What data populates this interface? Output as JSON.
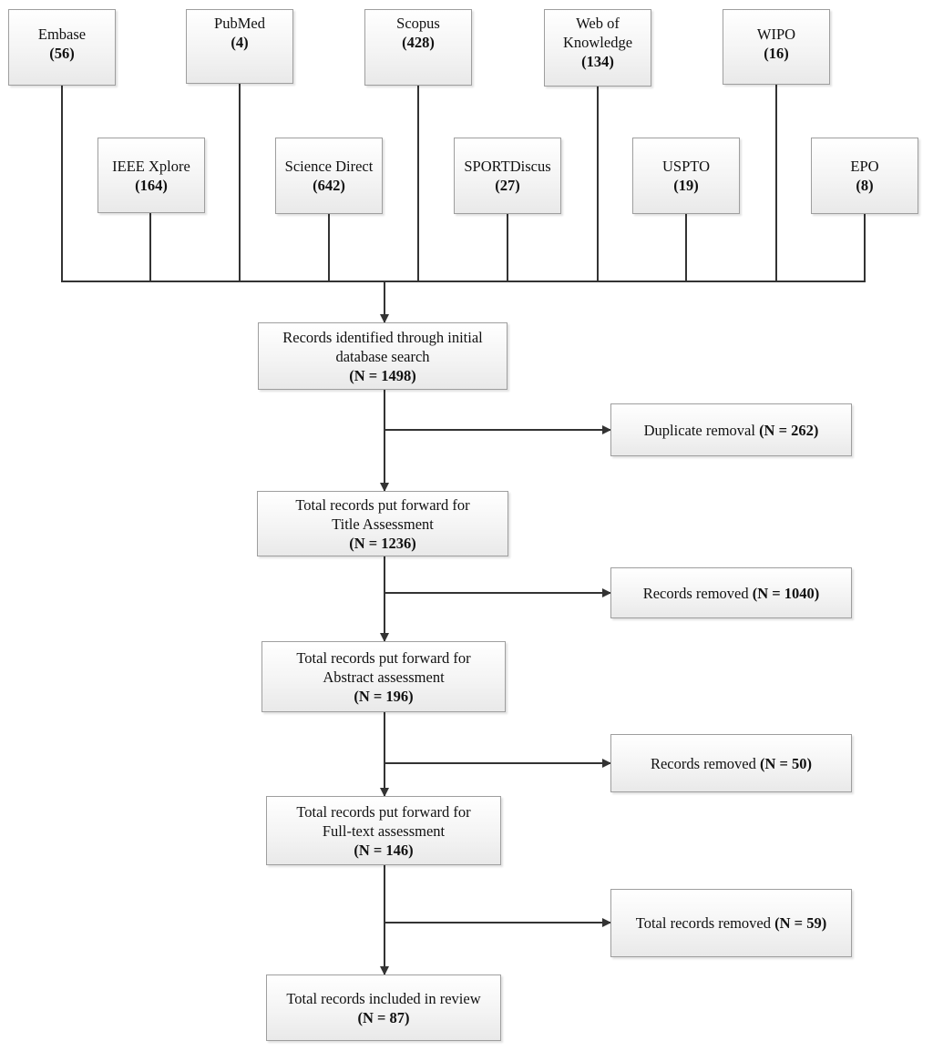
{
  "databases": {
    "embase": {
      "name": "Embase",
      "count": "(56)"
    },
    "pubmed": {
      "name": "PubMed",
      "count": "(4)"
    },
    "scopus": {
      "name": "Scopus",
      "count": "(428)"
    },
    "wok": {
      "name_line1": "Web of",
      "name_line2": "Knowledge",
      "count": "(134)"
    },
    "wipo": {
      "name": "WIPO",
      "count": "(16)"
    },
    "ieee": {
      "name": "IEEE Xplore",
      "count": "(164)"
    },
    "sciencedirect": {
      "name": "Science Direct",
      "count": "(642)"
    },
    "sportdiscus": {
      "name": "SPORTDiscus",
      "count": "(27)"
    },
    "uspto": {
      "name": "USPTO",
      "count": "(19)"
    },
    "epo": {
      "name": "EPO",
      "count": "(8)"
    }
  },
  "flow": {
    "identified": {
      "line1": "Records identified through initial",
      "line2": "database search",
      "count": "(N = 1498)"
    },
    "title": {
      "line1": "Total records put forward for",
      "line2": "Title Assessment",
      "count": "(N = 1236)"
    },
    "abstract": {
      "line1": "Total records put forward for",
      "line2": "Abstract assessment",
      "count": "(N = 196)"
    },
    "fulltext": {
      "line1": "Total records put forward for",
      "line2": "Full-text assessment",
      "count": "(N = 146)"
    },
    "included": {
      "line1": "Total records included in review",
      "count": "(N = 87)"
    }
  },
  "removals": {
    "duplicates": {
      "label": "Duplicate removal ",
      "count": "(N = 262)"
    },
    "title_removed": {
      "label": "Records removed ",
      "count": "(N = 1040)"
    },
    "abstract_removed": {
      "label": "Records removed ",
      "count": "(N = 50)"
    },
    "fulltext_removed": {
      "label": "Total records removed ",
      "count": "(N = 59)"
    }
  },
  "colors": {
    "line": "#333333",
    "border": "#9e9e9e",
    "fill_top": "#ffffff",
    "fill_bottom": "#e9e9e9"
  }
}
